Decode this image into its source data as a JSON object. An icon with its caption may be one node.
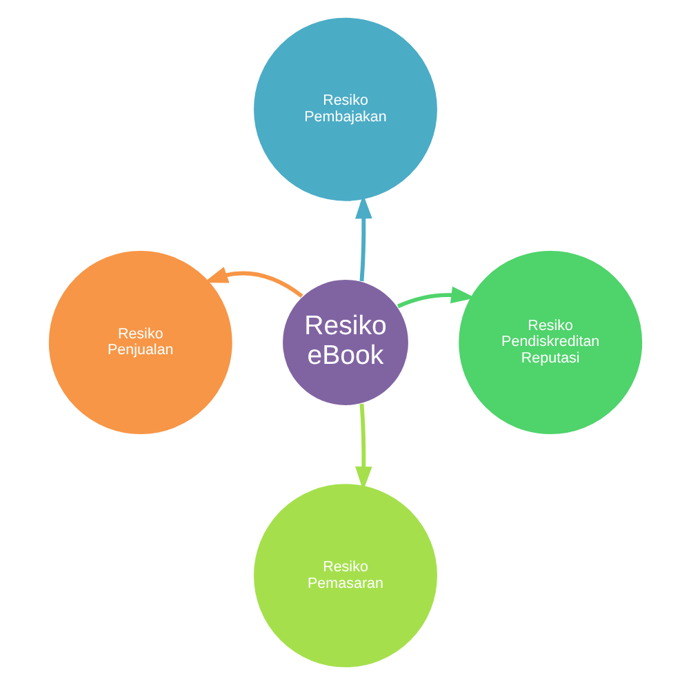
{
  "diagram": {
    "nodes": [
      {
        "text": [
          "Resiko Pembajakan"
        ]
      },
      {
        "text": [
          "Resiko Penjualan"
        ]
      },
      {
        "text": [
          "Resiko eBook"
        ]
      },
      {
        "text": [
          "Resiko Pendiskreditan Reputasi"
        ]
      },
      {
        "text": [
          "Resiko Pemasaran"
        ]
      }
    ],
    "edges": [
      {
        "from": 2,
        "to": 0,
        "arrow": "to",
        "color": "#4bacc6"
      },
      {
        "from": 2,
        "to": 1,
        "arrow": "to",
        "color": "#f79646"
      },
      {
        "from": 2,
        "to": 3,
        "arrow": "to",
        "color": "#4fd36b"
      },
      {
        "from": 2,
        "to": 4,
        "arrow": "to",
        "color": "#a5e04c"
      }
    ]
  }
}
